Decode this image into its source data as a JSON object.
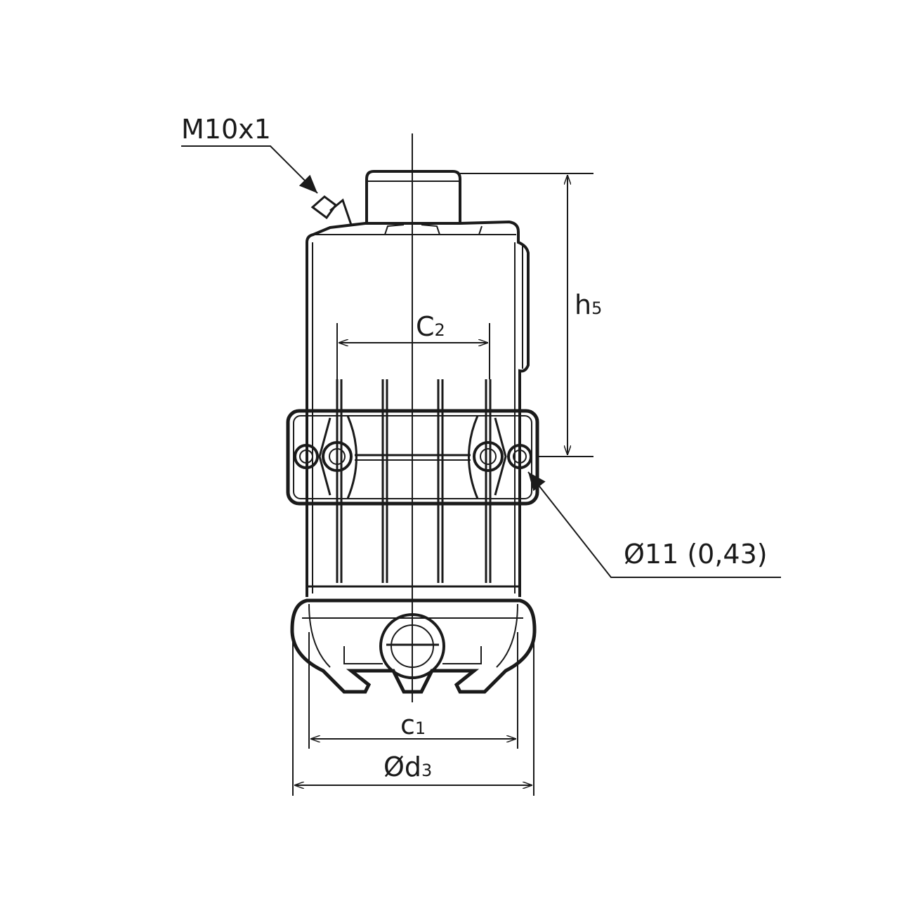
{
  "labels": {
    "thread": "M10x1",
    "h5": {
      "main": "h",
      "sub": "5"
    },
    "c2": {
      "main": "C",
      "sub": "2"
    },
    "hole": "Ø11 (0,43)",
    "c1": {
      "main": "c",
      "sub": "1"
    },
    "d3": {
      "main": "Ød",
      "sub": "3"
    }
  },
  "colors": {
    "line": "#1a1a1a",
    "background": "#ffffff"
  }
}
